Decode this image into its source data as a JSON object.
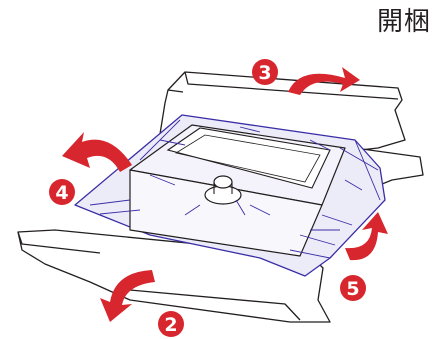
{
  "header": {
    "title": "開梱"
  },
  "steps": [
    {
      "number": "3",
      "color": "#d7262d"
    },
    {
      "number": "4",
      "color": "#d7262d"
    },
    {
      "number": "5",
      "color": "#d7262d"
    },
    {
      "number": "2",
      "color": "#d7262d"
    }
  ],
  "colors": {
    "arrow": "#d7262d",
    "outline": "#231f20",
    "wrap": "#3a2ea6",
    "wrap_fill": "#e6e4f6"
  }
}
